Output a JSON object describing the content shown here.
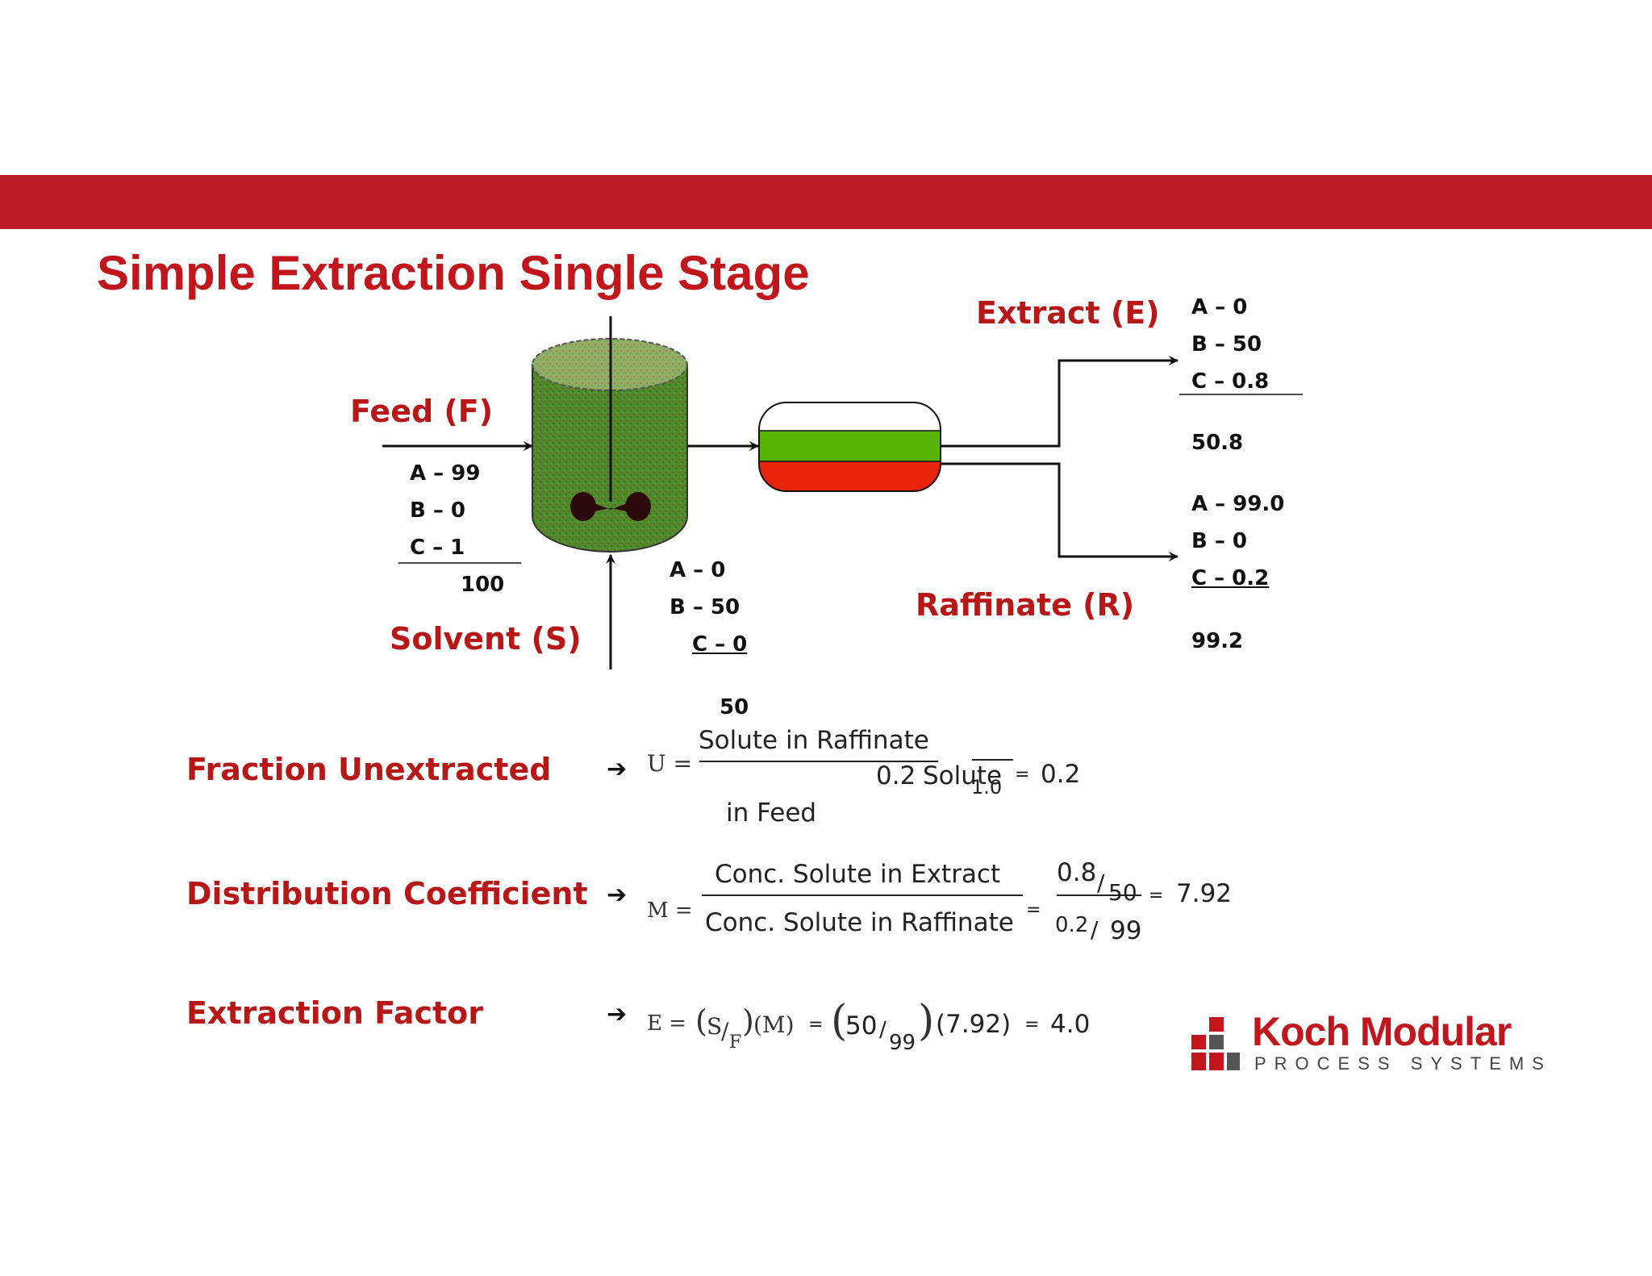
{
  "title": "Simple Extraction Single Stage",
  "colors": {
    "banner": "#bc1e27",
    "label_red": "#b81717",
    "tank_green": "#4f8a2b",
    "separator_green": "#57b300",
    "separator_red": "#e8240c",
    "logo_red": "#c0161c",
    "logo_gray": "#555555"
  },
  "diagram": {
    "feed": {
      "label": "Feed (F)",
      "a": "A – 99",
      "b": "B – 0",
      "c": "C – 1",
      "total": "100"
    },
    "solvent": {
      "label": "Solvent (S)",
      "a": "A – 0",
      "b": "B – 50",
      "c": "C – 0",
      "total": "50"
    },
    "extract": {
      "label": "Extract (E)",
      "a": "A – 0",
      "b": "B – 50",
      "c": "C – 0.8",
      "total": "50.8"
    },
    "raffinate": {
      "label": "Raffinate (R)",
      "a": "A – 99.0",
      "b": "B – 0",
      "c": "C – 0.2",
      "total": "99.2"
    },
    "icons": [
      "mixer-tank-icon",
      "settler-vessel-icon",
      "arrow-icon"
    ]
  },
  "equations": {
    "fraction_unextracted": {
      "label": "Fraction Unextracted",
      "arrow": "➔",
      "lhs": "U =",
      "numerator": "Solute in Raffinate",
      "denominator_line2": "in Feed",
      "overlap_left": "0.2",
      "overlap_word": "Solute",
      "small_denom": "1.0",
      "eq_sign": "=",
      "result": "0.2"
    },
    "distribution_coefficient": {
      "label": "Distribution Coefficient",
      "arrow": "➔",
      "lhs": "M =",
      "numerator": "Conc. Solute in Extract",
      "denominator": "Conc. Solute in Raffinate",
      "eq1": "=",
      "frac1_num": "0.8",
      "frac1_den": "50",
      "frac2_num": "0.2",
      "frac2_den": "99",
      "slash": "/",
      "eq2": "=",
      "result": "7.92"
    },
    "extraction_factor": {
      "label": "Extraction Factor",
      "arrow": "➔",
      "lhs": "E =",
      "s": "S",
      "f": "F",
      "m_term": "(M)",
      "eq1": "=",
      "num": "50",
      "den": "99",
      "coef": "(7.92)",
      "eq2": "=",
      "result": "4.0"
    }
  },
  "logo": {
    "name": "Koch Modular",
    "tagline": "PROCESS SYSTEMS"
  }
}
